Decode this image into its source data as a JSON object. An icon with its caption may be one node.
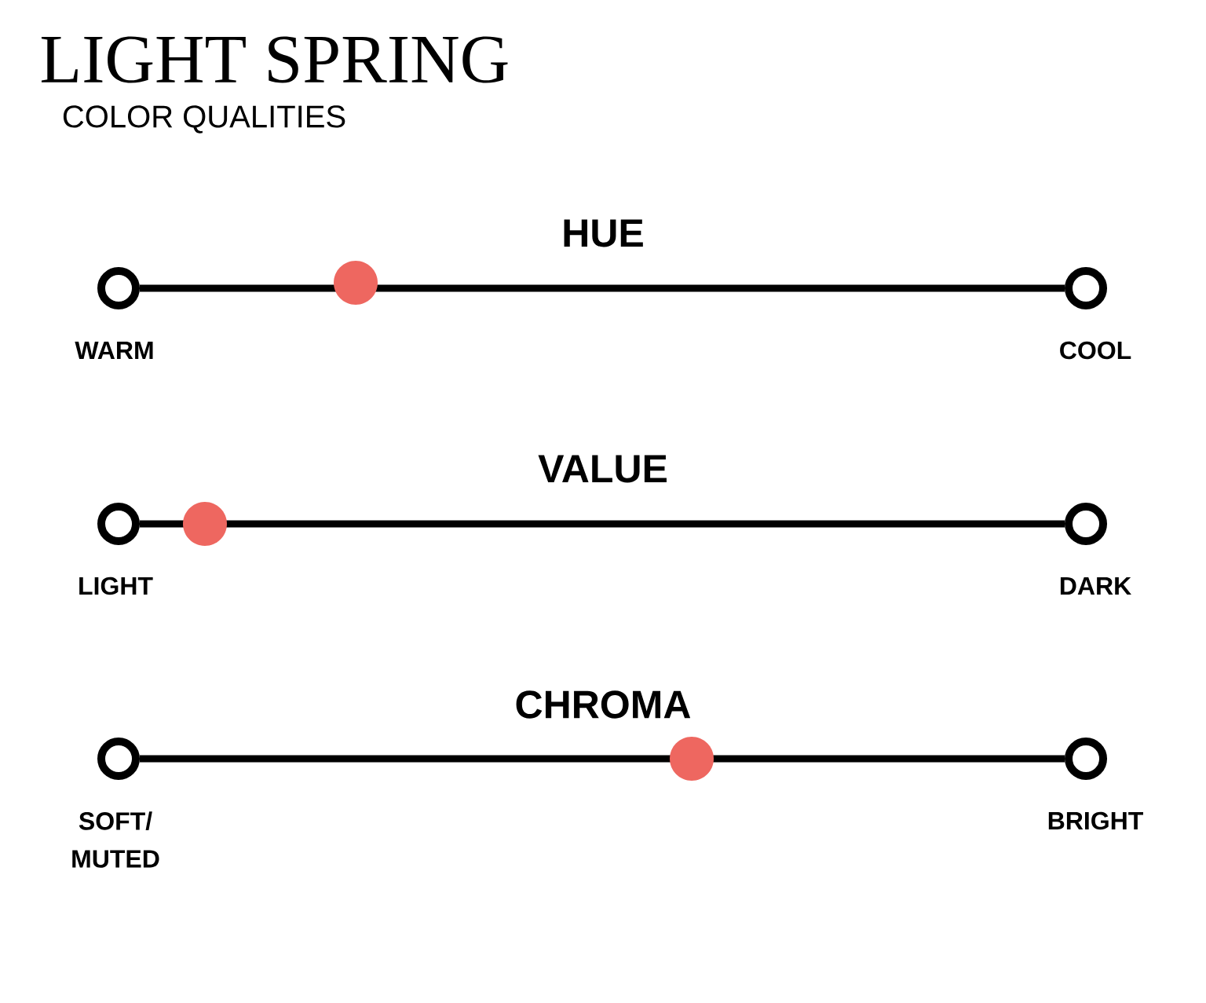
{
  "diagram": {
    "title": "LIGHT SPRING",
    "nodes": [
      {
        "text": [],
        "shape": "circle",
        "beside": [
          "WARM"
        ]
      },
      {
        "text": [],
        "shape": "circle",
        "beside": [
          "COOL"
        ]
      },
      {
        "text": [],
        "shape": "circle",
        "beside": [
          "LIGHT"
        ]
      },
      {
        "text": [],
        "shape": "circle",
        "beside": [
          "DARK"
        ]
      },
      {
        "text": [],
        "shape": "circle",
        "beside": [
          "SOFT/ MUTED"
        ]
      },
      {
        "text": [],
        "shape": "circle",
        "beside": [
          "BRIGHT"
        ]
      }
    ],
    "edges": [
      {
        "from": 0,
        "to": 1,
        "arrow": "none"
      },
      {
        "from": 2,
        "to": 3,
        "arrow": "none"
      },
      {
        "from": 4,
        "to": 5,
        "arrow": "none"
      }
    ],
    "labels": [
      "COLOR QUALITIES",
      "HUE",
      "VALUE",
      "CHROMA"
    ]
  }
}
